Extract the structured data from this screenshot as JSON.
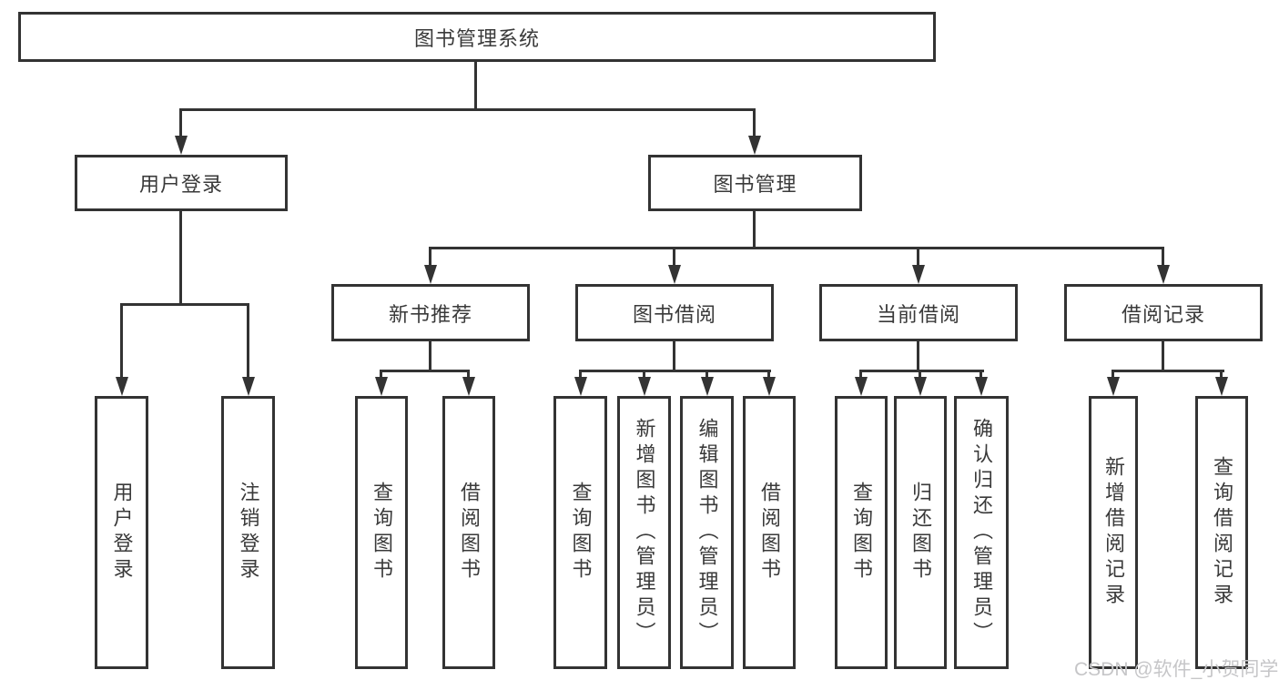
{
  "title": "图书管理系统",
  "colors": {
    "line": "#333333",
    "text": "#3a3a3a",
    "watermark": "#c6c6c8",
    "background": "#ffffff"
  },
  "nodes": {
    "root": "图书管理系统",
    "user_login": "用户登录",
    "book_management": "图书管理",
    "new_book_recommend": "新书推荐",
    "book_borrow": "图书借阅",
    "current_borrow": "当前借阅",
    "borrow_records": "借阅记录",
    "leaves": [
      "用户登录",
      "注销登录",
      "查询图书",
      "借阅图书",
      "查询图书",
      "新增图书（管理员）",
      "编辑图书（管理员）",
      "借阅图书",
      "查询图书",
      "归还图书",
      "确认归还（管理员）",
      "新增借阅记录",
      "查询借阅记录"
    ]
  },
  "watermark": "CSDN @软件_小贺同学"
}
